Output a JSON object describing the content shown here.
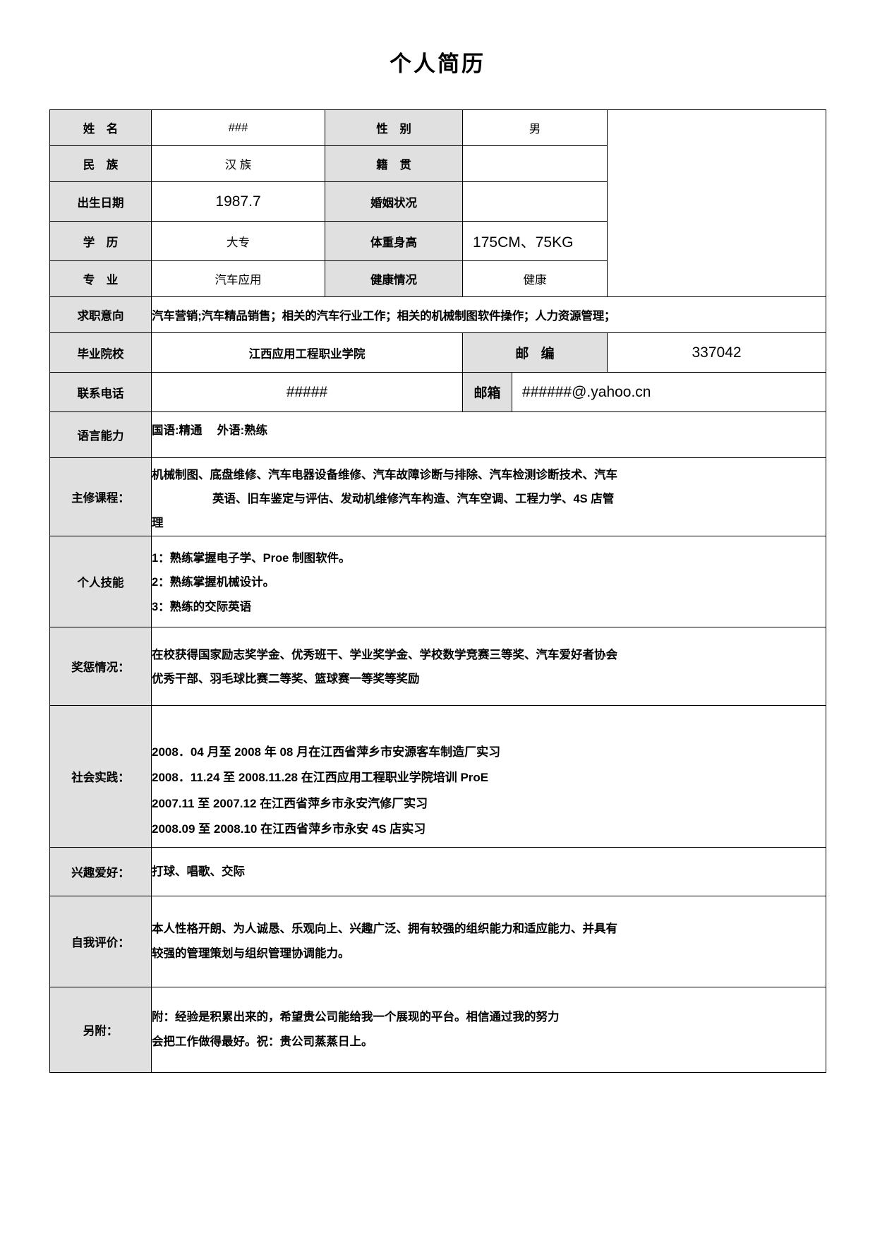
{
  "document": {
    "title": "个人简历"
  },
  "fields": {
    "name_label": "姓 名",
    "name_value": "###",
    "gender_label": "性 别",
    "gender_value": "男",
    "ethnicity_label": "民 族",
    "ethnicity_value": "汉 族",
    "hometown_label": "籍 贯",
    "hometown_value": "",
    "birthdate_label": "出生日期",
    "birthdate_value": "1987.7",
    "marital_label": "婚姻状况",
    "marital_value": "",
    "education_label": "学 历",
    "education_value": "大专",
    "body_label": "体重身高",
    "body_value": "175CM、75KG",
    "major_label": "专 业",
    "major_value": "汽车应用",
    "health_label": "健康情况",
    "health_value": "健康",
    "photo_label": ""
  },
  "objective": {
    "label": "求职意向",
    "text": "汽车营销;汽车精品销售；相关的汽车行业工作；相关的机械制图软件操作；人力资源管理；"
  },
  "school": {
    "label": "毕业院校",
    "value": "江西应用工程职业学院",
    "postcode_label": "邮 编",
    "postcode_value": "337042"
  },
  "contact": {
    "phone_label": "联系电话",
    "phone_value": "#####",
    "email_label": "邮箱",
    "email_value": "######@.yahoo.cn"
  },
  "language": {
    "label": "语言能力",
    "text": "国语:精通　 外语:熟练"
  },
  "courses": {
    "label": "主修课程：",
    "line1": "机械制图、底盘维修、汽车电器设备维修、汽车故障诊断与排除、汽车检测诊断技术、汽车",
    "line2": "英语、旧车鉴定与评估、发动机维修汽车构造、汽车空调、工程力学、4S 店管",
    "line3": "理"
  },
  "skills": {
    "label": "个人技能",
    "items": [
      "1：熟练掌握电子学、Proe 制图软件。",
      "2：熟练掌握机械设计。",
      "3：熟练的交际英语"
    ]
  },
  "awards": {
    "label": "奖惩情况：",
    "line1": "在校获得国家励志奖学金、优秀班干、学业奖学金、学校数学竞赛三等奖、汽车爱好者协会",
    "line2": "优秀干部、羽毛球比赛二等奖、篮球赛一等奖等奖励"
  },
  "practice": {
    "label": "社会实践：",
    "items": [
      "2008．04 月至 2008 年 08 月在江西省萍乡市安源客车制造厂实习",
      "2008．11.24 至 2008.11.28 在江西应用工程职业学院培训 ProE",
      "2007.11 至 2007.12 在江西省萍乡市永安汽修厂实习",
      "2008.09 至 2008.10 在江西省萍乡市永安 4S 店实习"
    ]
  },
  "hobbies": {
    "label": "兴趣爱好：",
    "text": "打球、唱歌、交际"
  },
  "self_evaluation": {
    "label": "自我评价：",
    "line1": "本人性格开朗、为人诚恳、乐观向上、兴趣广泛、拥有较强的组织能力和适应能力、并具有",
    "line2": "较强的管理策划与组织管理协调能力。"
  },
  "appendix": {
    "label": "另附：",
    "line1": "附：经验是积累出来的，希望贵公司能给我一个展现的平台。相信通过我的努力",
    "line2": "会把工作做得最好。祝：贵公司蒸蒸日上。"
  },
  "colors": {
    "label_bg": "#e0e0e0",
    "border": "#000000",
    "text": "#000000",
    "page_bg": "#ffffff"
  }
}
